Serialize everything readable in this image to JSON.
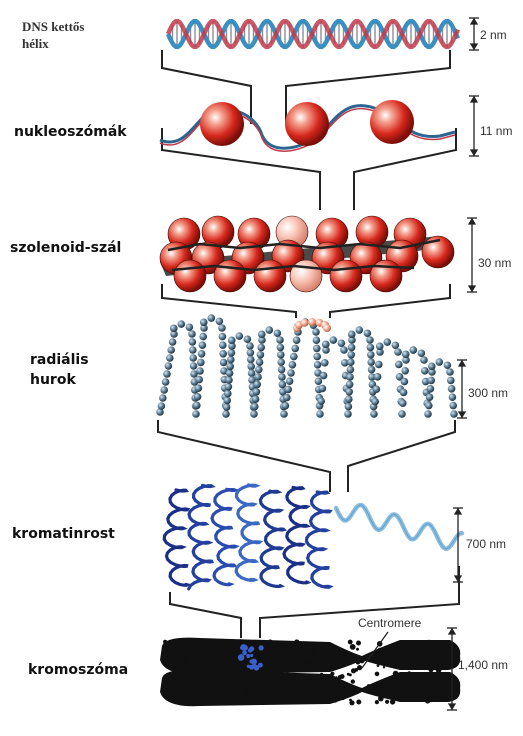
{
  "levels": [
    {
      "label_line1": "DNS kettős",
      "label_line2": "hélix",
      "scale": "2 nm"
    },
    {
      "label_line1": "nukleoszómák",
      "scale": "11 nm"
    },
    {
      "label_line1": "szolenoid-szál",
      "scale": "30 nm"
    },
    {
      "label_line1": "radiális",
      "label_line2": "hurok",
      "scale": "300 nm"
    },
    {
      "label_line1": "kromatinrost",
      "scale": "700 nm"
    },
    {
      "label_line1": "kromoszóma",
      "scale": "1,400 nm"
    }
  ],
  "annotations": {
    "centromere": "Centromere"
  },
  "colors": {
    "dna_blue": "#3a8fc1",
    "dna_red": "#c0394a",
    "bead_red": "#d7281c",
    "bead_gray": "#4f6f86",
    "fiber_dark": "#1b2f87",
    "fiber_light": "#8dbfe0",
    "chromosome": "#111111",
    "centromere_blue": "#3a5fc8"
  }
}
